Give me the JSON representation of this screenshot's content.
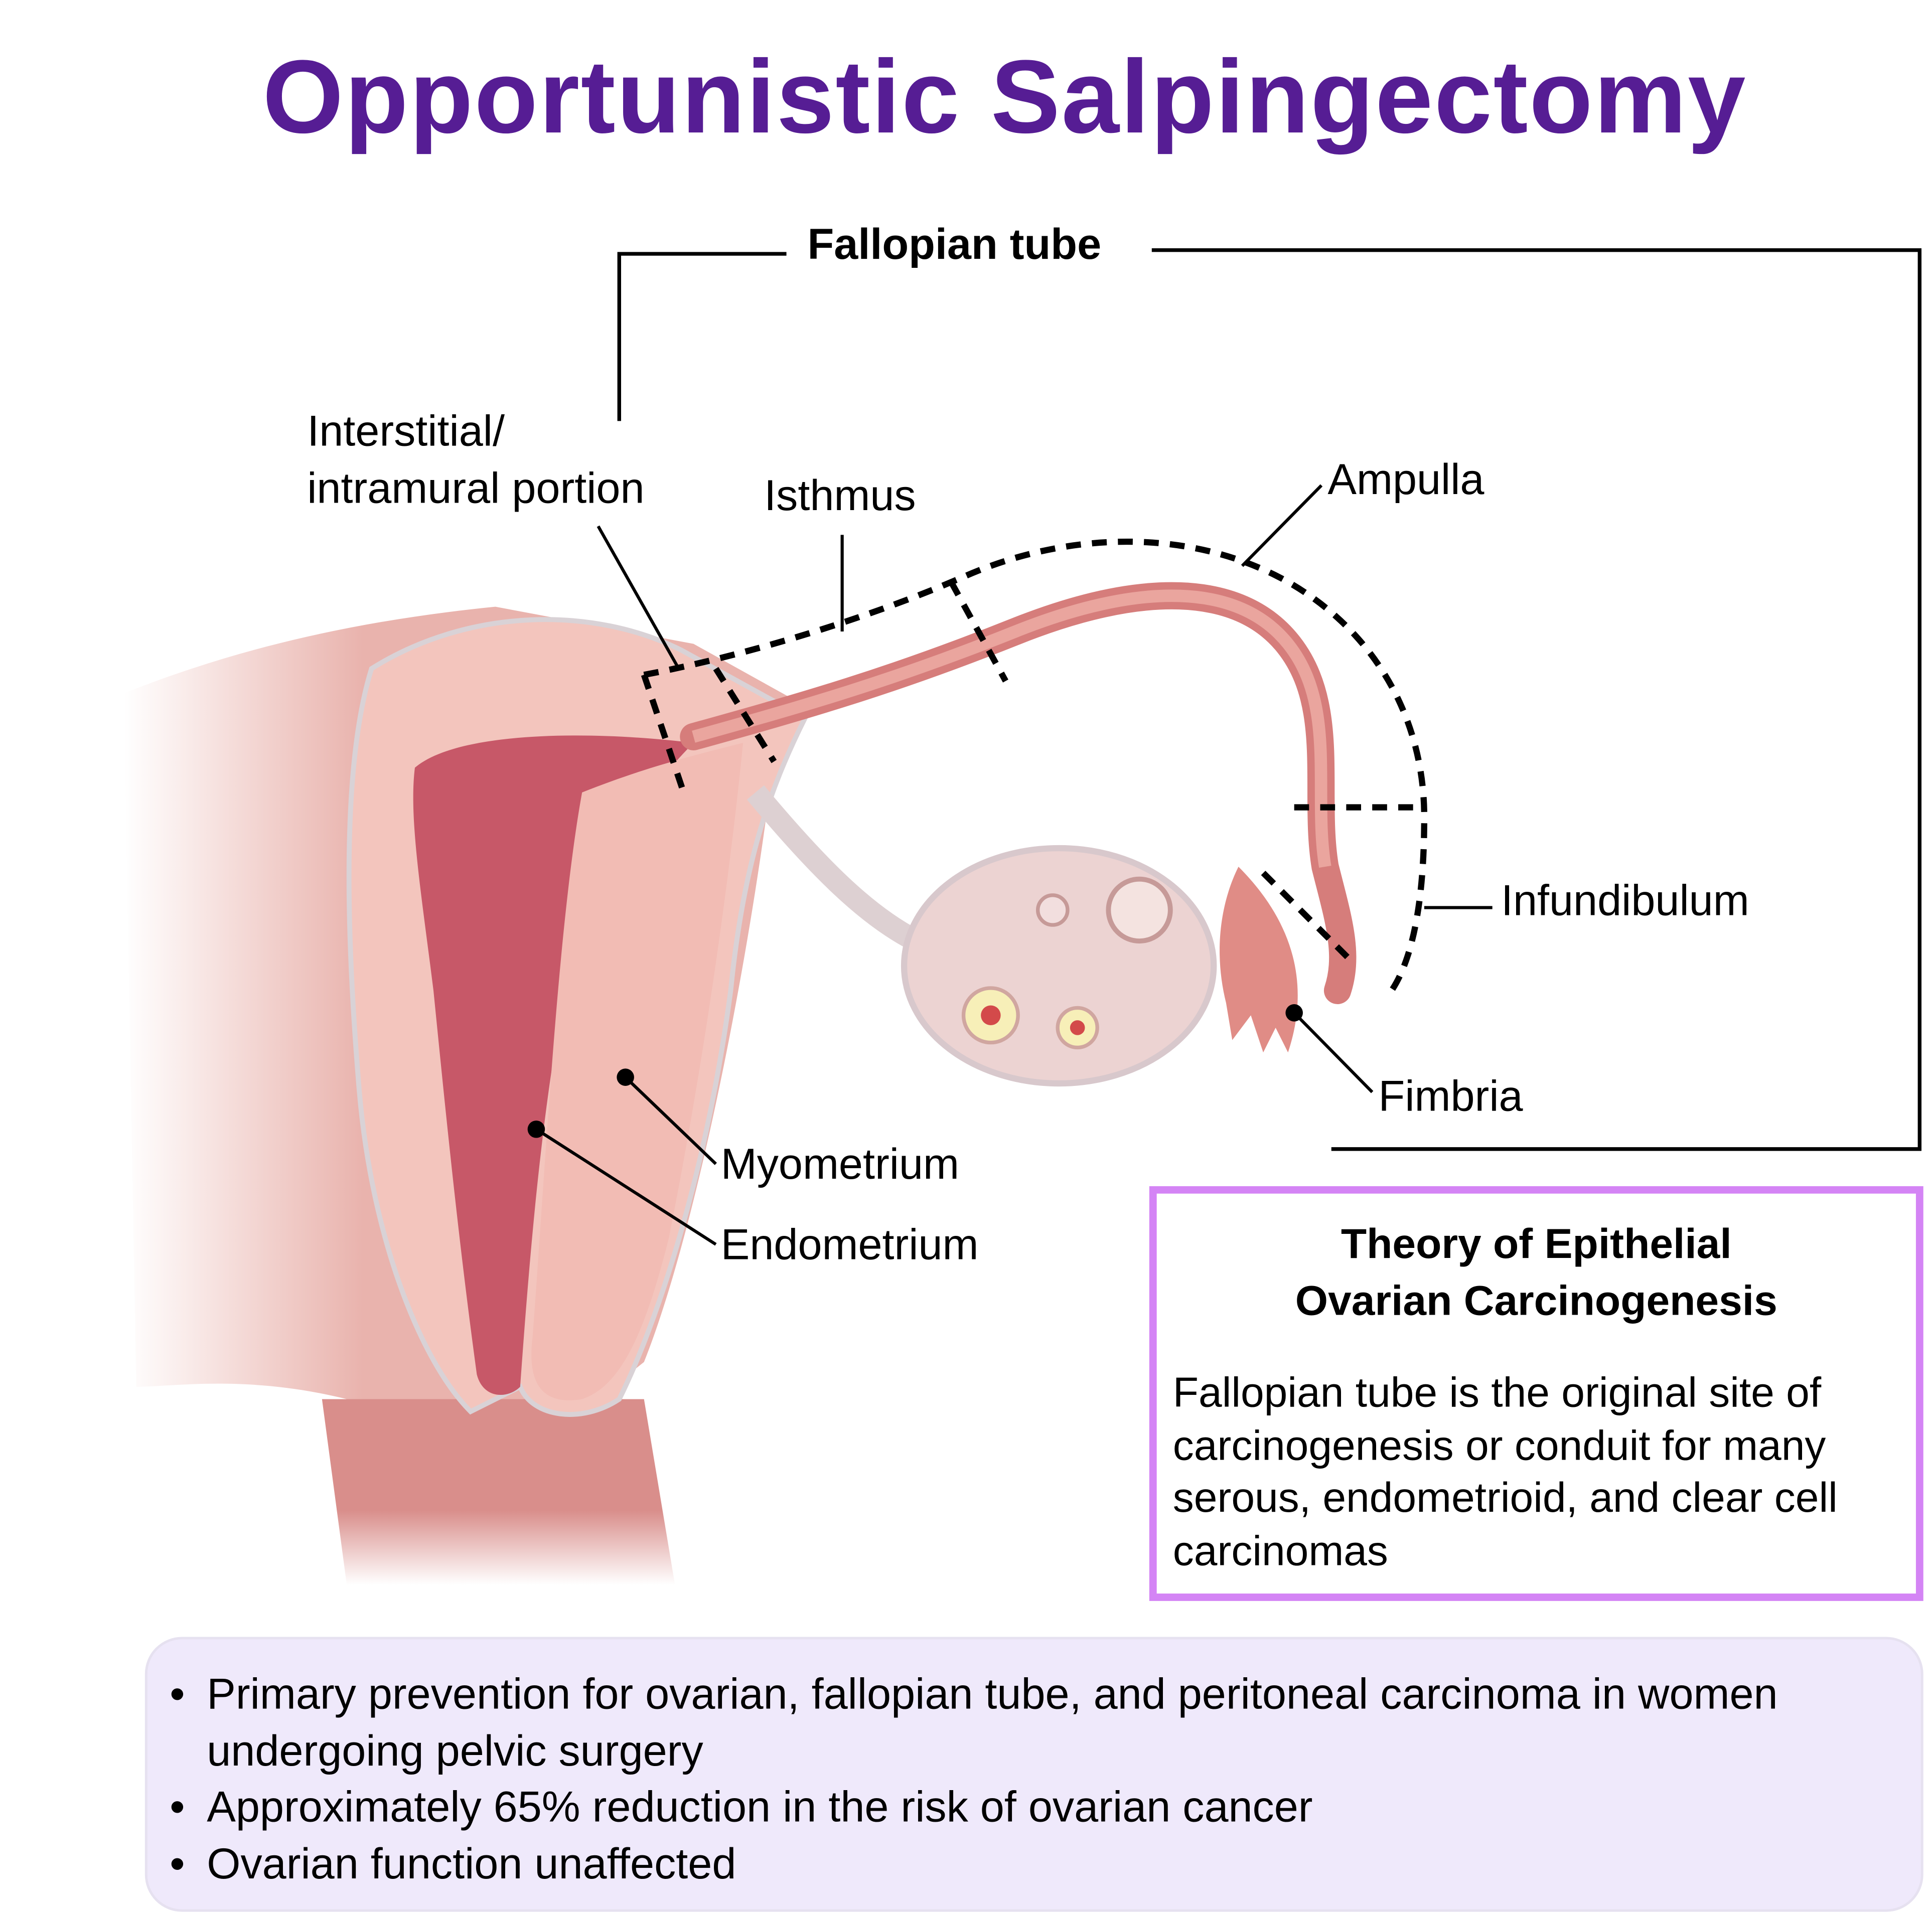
{
  "title": "Opportunistic Salpingectomy",
  "diagram": {
    "bracket_label": "Fallopian tube",
    "labels": {
      "interstitial_line1": "Interstitial/",
      "interstitial_line2": "intramural portion",
      "isthmus": "Isthmus",
      "ampulla": "Ampulla",
      "infundibulum": "Infundibulum",
      "fimbria": "Fimbria",
      "myometrium": "Myometrium",
      "endometrium": "Endometrium"
    }
  },
  "theory_box": {
    "title_line1": "Theory of Epithelial",
    "title_line2": "Ovarian Carcinogenesis",
    "body": "Fallopian tube is the original site of carcinogenesis or conduit for many serous, endometrioid, and clear cell carcinomas"
  },
  "summary": {
    "bullet_glyph": "•",
    "items": [
      "Primary prevention for ovarian, fallopian tube, and peritoneal carcinoma in women undergoing pelvic surgery",
      "Approximately 65% reduction in the risk of ovarian cancer",
      "Ovarian function unaffected"
    ]
  },
  "colors": {
    "title": "#561d94",
    "box_border": "#d484f5",
    "summary_bg": "#efe9fb"
  }
}
